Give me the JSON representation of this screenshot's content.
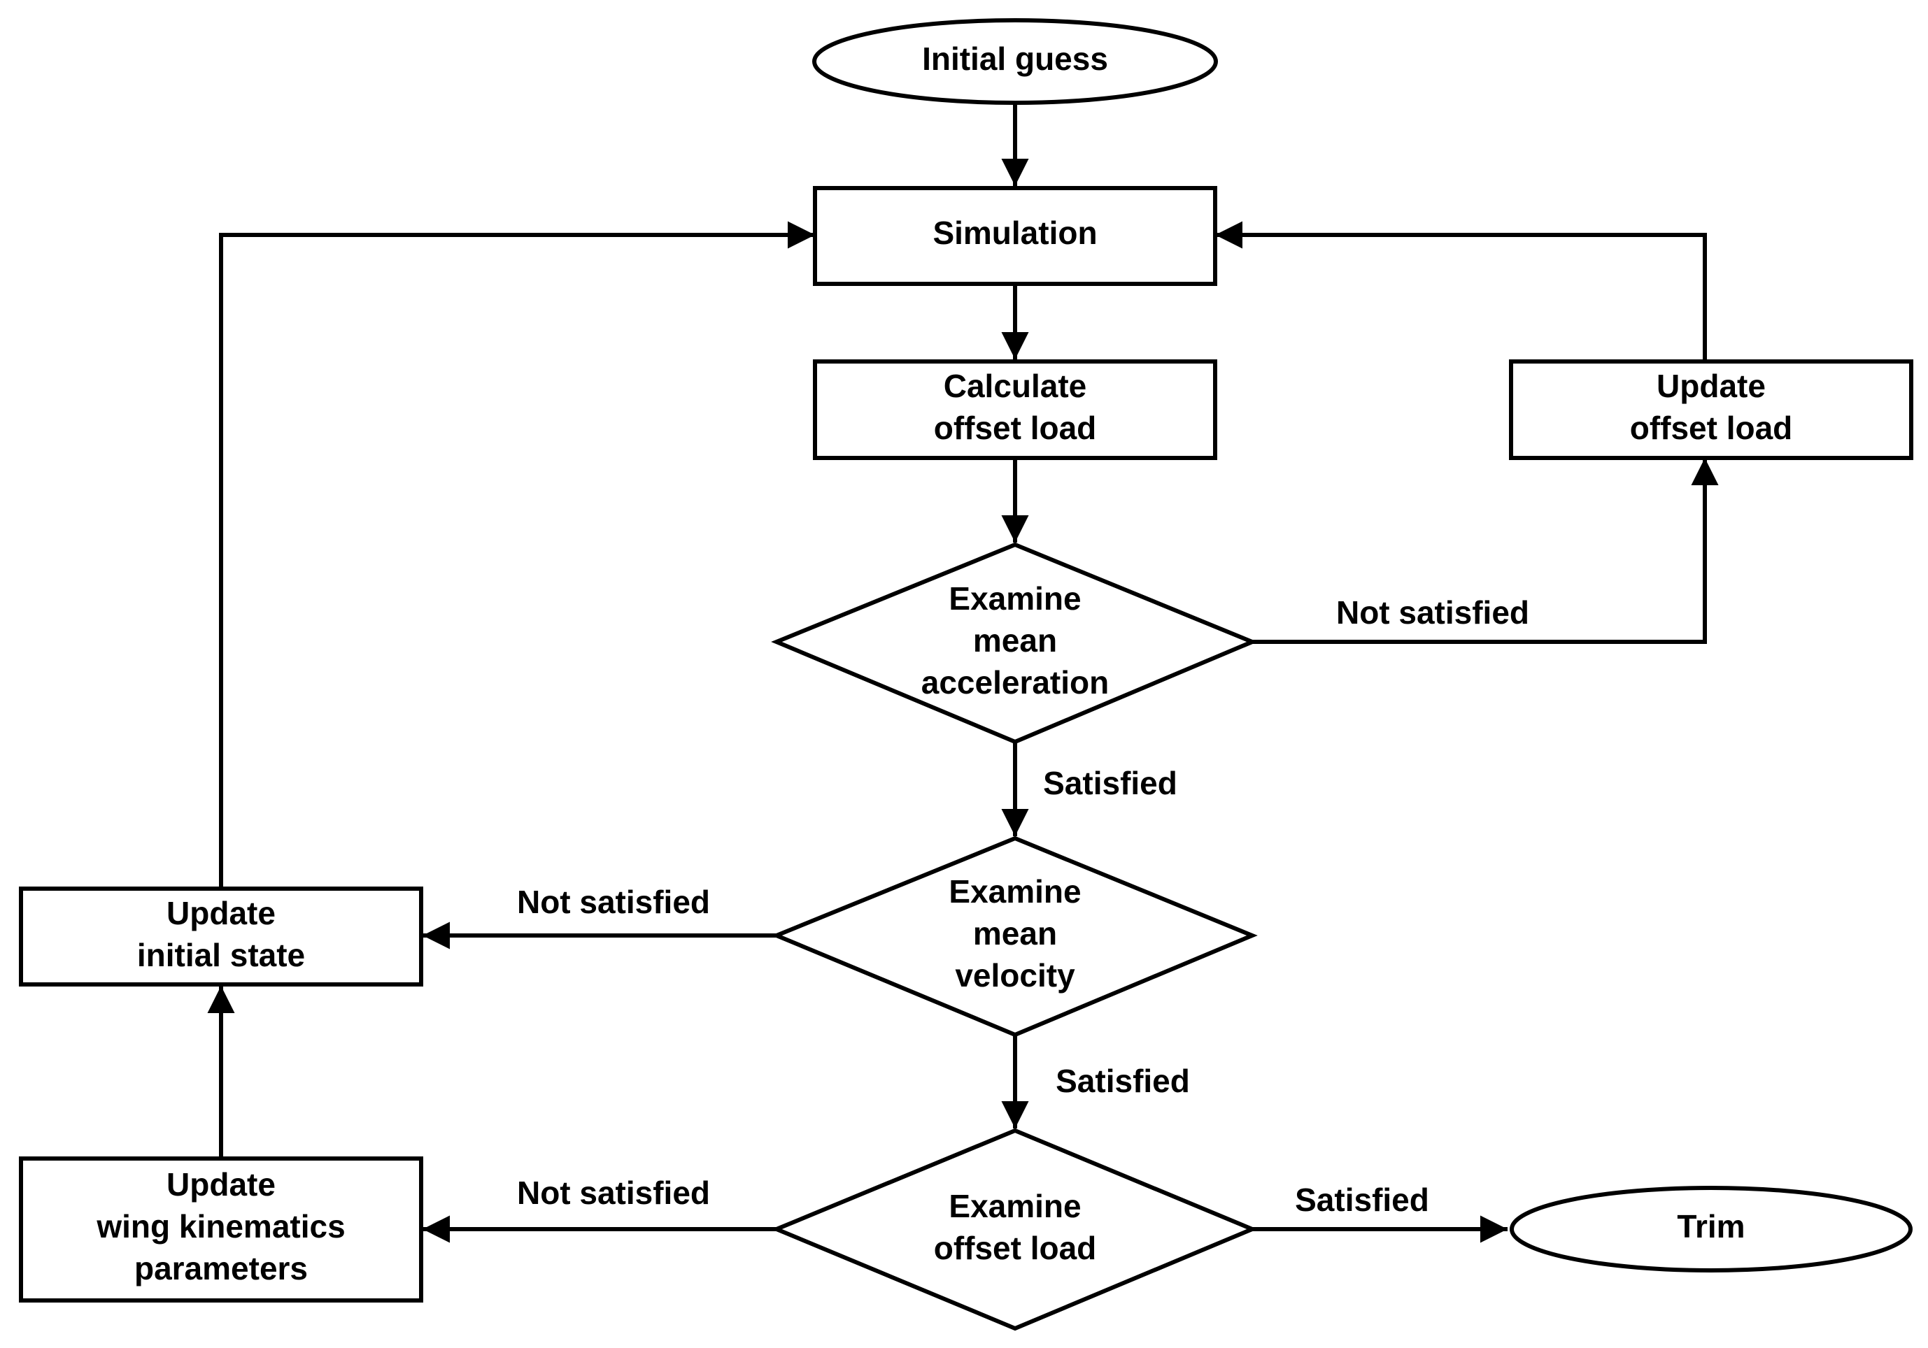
{
  "nodes": {
    "start": {
      "label": "Initial guess",
      "kind": "terminal"
    },
    "simulation": {
      "label": "Simulation",
      "kind": "process"
    },
    "calc_offset": {
      "lines": [
        "Calculate",
        "offset load"
      ],
      "kind": "process"
    },
    "update_offset": {
      "lines": [
        "Update",
        "offset load"
      ],
      "kind": "process"
    },
    "examine_accel": {
      "lines": [
        "Examine",
        "mean",
        "acceleration"
      ],
      "kind": "decision"
    },
    "examine_vel": {
      "lines": [
        "Examine",
        "mean",
        "velocity"
      ],
      "kind": "decision"
    },
    "examine_offset": {
      "lines": [
        "Examine",
        "offset load"
      ],
      "kind": "decision"
    },
    "update_initial": {
      "lines": [
        "Update",
        "initial state"
      ],
      "kind": "process"
    },
    "update_wing": {
      "lines": [
        "Update",
        "wing kinematics",
        "parameters"
      ],
      "kind": "process"
    },
    "trim": {
      "label": "Trim",
      "kind": "terminal"
    }
  },
  "edges": [
    {
      "from": "start",
      "to": "simulation",
      "label": ""
    },
    {
      "from": "simulation",
      "to": "calc_offset",
      "label": ""
    },
    {
      "from": "calc_offset",
      "to": "examine_accel",
      "label": ""
    },
    {
      "from": "examine_accel",
      "to": "update_offset",
      "label": "Not satisfied"
    },
    {
      "from": "update_offset",
      "to": "simulation",
      "label": ""
    },
    {
      "from": "examine_accel",
      "to": "examine_vel",
      "label": "Satisfied"
    },
    {
      "from": "examine_vel",
      "to": "update_initial",
      "label": "Not satisfied"
    },
    {
      "from": "update_initial",
      "to": "simulation",
      "label": ""
    },
    {
      "from": "examine_vel",
      "to": "examine_offset",
      "label": "Satisfied"
    },
    {
      "from": "examine_offset",
      "to": "update_wing",
      "label": "Not satisfied"
    },
    {
      "from": "update_wing",
      "to": "update_initial",
      "label": ""
    },
    {
      "from": "examine_offset",
      "to": "trim",
      "label": "Satisfied"
    }
  ]
}
